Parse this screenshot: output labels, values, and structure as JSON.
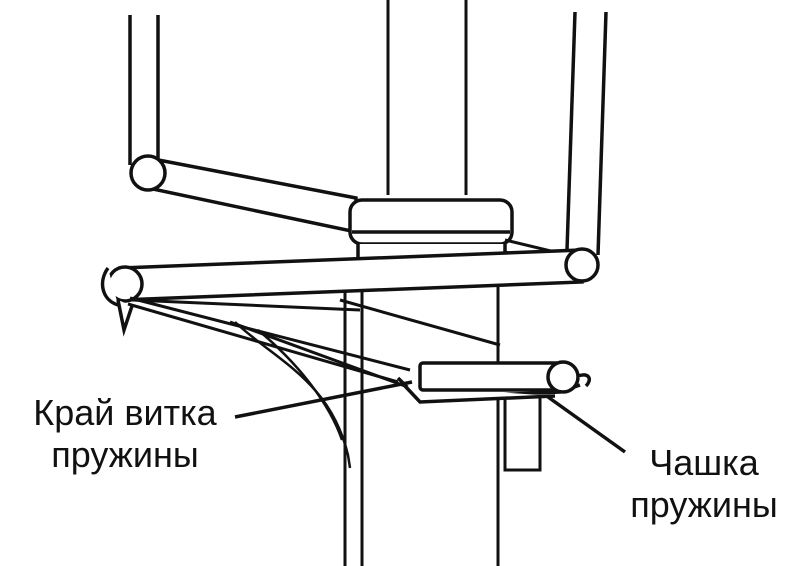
{
  "labels": {
    "coil_edge": {
      "line1": "Край витка",
      "line2": "пружины"
    },
    "spring_cup": {
      "line1": "Чашка",
      "line2": "пружины"
    }
  },
  "colors": {
    "ink": "#111111",
    "background": "#ffffff"
  }
}
